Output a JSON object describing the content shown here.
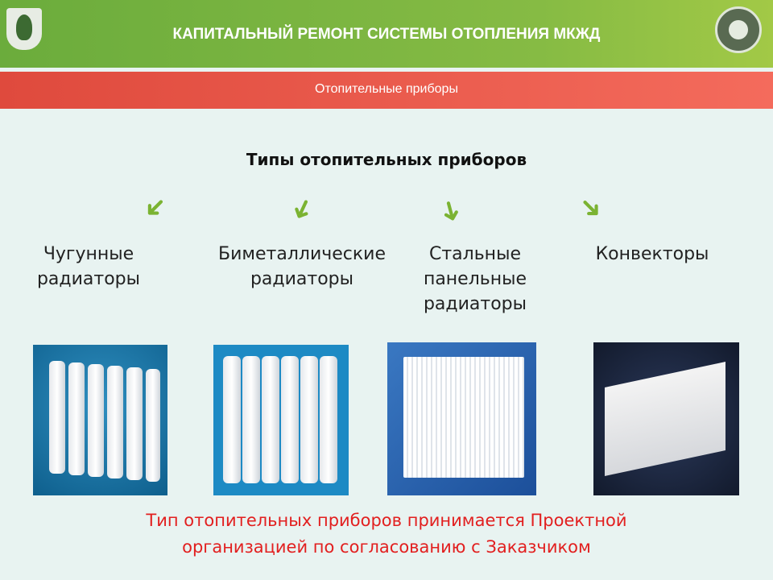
{
  "header": {
    "title": "КАПИТАЛЬНЫЙ РЕМОНТ СИСТЕМЫ ОТОПЛЕНИЯ МКЖД",
    "subtitle": "Отопительные приборы"
  },
  "heading": "Типы отопительных приборов",
  "types": [
    {
      "line1": "Чугунные",
      "line2": "радиаторы"
    },
    {
      "line1": "Биметаллические",
      "line2": "радиаторы"
    },
    {
      "line1": "Стальные",
      "line2": "панельные",
      "line3": "радиаторы"
    },
    {
      "line1": "Конвекторы"
    }
  ],
  "note": {
    "line1": "Тип отопительных приборов принимается Проектной",
    "line2": "организацией по согласованию с Заказчиком"
  },
  "colors": {
    "header": "#7bb43f",
    "subheader": "#e9584a",
    "note": "#e21f1f",
    "arrow": "#7bb332"
  }
}
